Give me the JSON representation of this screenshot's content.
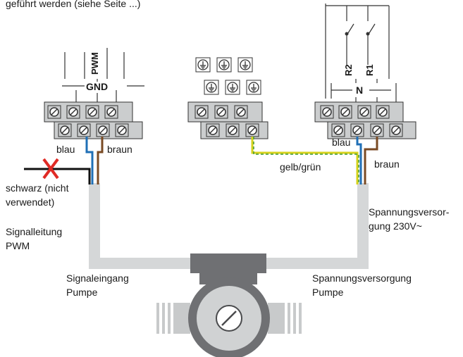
{
  "header_text": "geführt werden (siehe Seite ...)",
  "left_terminal": {
    "pwm_label": "PWM",
    "gnd_label": "GND",
    "wire_blue": "blau",
    "wire_brown": "braun",
    "black_wire": "schwarz (nicht",
    "black_wire_2": "verwendet)",
    "signal_line_1": "Signalleitung",
    "signal_line_2": "PWM"
  },
  "right_terminal": {
    "r2_label": "R2",
    "r1_label": "R1",
    "n_label": "N",
    "wire_blue": "blau",
    "wire_brown": "braun",
    "supply_1": "Spannungsversor-",
    "supply_2": "gung 230V~"
  },
  "earth": {
    "wire_label": "gelb/grün"
  },
  "pump": {
    "input_label_1": "Signaleingang",
    "input_label_2": "Pumpe",
    "supply_label_1": "Spannungsversorgung",
    "supply_label_2": "Pumpe"
  },
  "colors": {
    "cable": "#d5d7d8",
    "terminal": "#c9cbcc",
    "pump_dark": "#6f7073",
    "wire_blue": "#1f6fb6",
    "wire_brown": "#7a4a23",
    "wire_yellow": "#d7d21c",
    "wire_green": "#3f9a3a",
    "cross": "#e02a25"
  }
}
